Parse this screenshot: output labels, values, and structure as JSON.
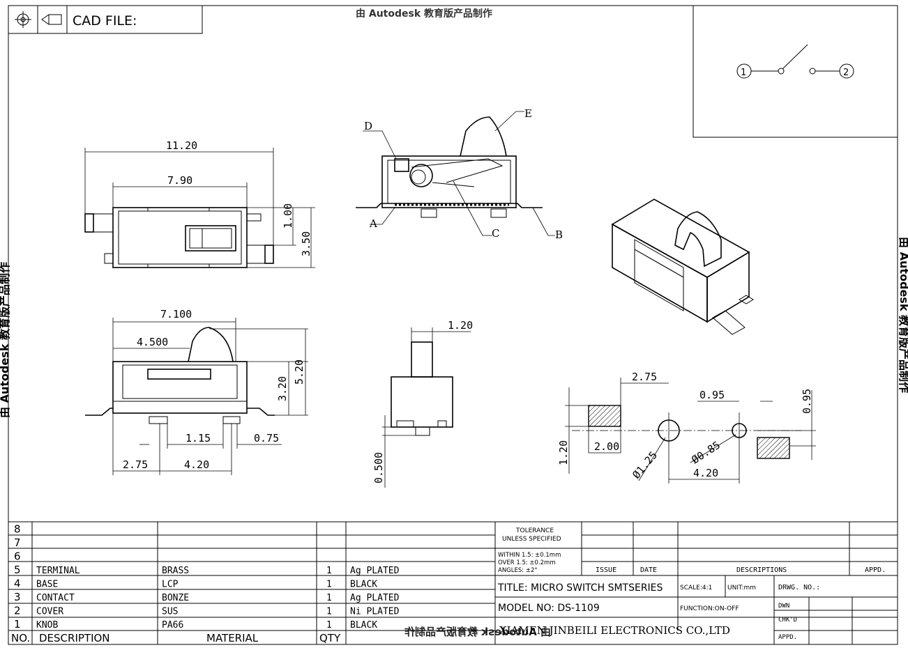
{
  "header": {
    "cad_label": "CAD FILE:",
    "watermark_top": "由 Autodesk 教育版产品制作"
  },
  "side_watermarks": {
    "left": "由 Autodesk 教育版产品制作",
    "right": "由 Autodesk 教育版产品制作"
  },
  "schematic": {
    "pin1": "1",
    "pin2": "2"
  },
  "dimensions": {
    "top_view": {
      "width_total": "11.20",
      "width_body": "7.90",
      "h1": "1.00",
      "h2": "3.50"
    },
    "front_view": {
      "w_total": "7.100",
      "w_knob": "4.500",
      "h1": "3.20",
      "h2": "5.20",
      "p1": "1.15",
      "p2": "0.75",
      "p3": "2.75",
      "p4": "4.20"
    },
    "side_view": {
      "w": "1.20",
      "h": "0.500"
    },
    "pcb": {
      "a": "2.75",
      "b": "0.95",
      "c": "0.95",
      "d": "1.20",
      "e": "2.00",
      "f": "Ø1.25",
      "g": "Ø0.85",
      "h": "4.20"
    }
  },
  "section_labels": {
    "a": "A",
    "b": "B",
    "c": "C",
    "d": "D",
    "e": "E"
  },
  "bom": {
    "rows": [
      {
        "no": "8",
        "desc": "",
        "mat": "",
        "qty": "",
        "note": ""
      },
      {
        "no": "7",
        "desc": "",
        "mat": "",
        "qty": "",
        "note": ""
      },
      {
        "no": "6",
        "desc": "",
        "mat": "",
        "qty": "",
        "note": ""
      },
      {
        "no": "5",
        "desc": "TERMINAL",
        "mat": "BRASS",
        "qty": "1",
        "note": "Ag PLATED"
      },
      {
        "no": "4",
        "desc": "BASE",
        "mat": "LCP",
        "qty": "1",
        "note": "BLACK"
      },
      {
        "no": "3",
        "desc": "CONTACT",
        "mat": "BONZE",
        "qty": "1",
        "note": "Ag PLATED"
      },
      {
        "no": "2",
        "desc": "COVER",
        "mat": "SUS",
        "qty": "1",
        "note": "Ni PLATED"
      },
      {
        "no": "1",
        "desc": "KNOB",
        "mat": "PA66",
        "qty": "1",
        "note": "BLACK"
      }
    ],
    "header": {
      "no": "NO.",
      "desc": "DESCRIPTION",
      "mat": "MATERIAL",
      "qty": "QTY"
    }
  },
  "titleblock": {
    "tol1": "TOLERANCE",
    "tol2": "UNLESS SPECIFIED",
    "tol3": "WITHIN 1.5: ±0.1mm",
    "tol4": "OVER 1.5:  ±0.2mm",
    "tol5": "ANGLES: ±2°",
    "issue": "ISSUE",
    "date": "DATE",
    "descriptions": "DESCRIPTIONS",
    "appd": "APPD.",
    "title": "TITLE: MICRO SWITCH SMTSERIES",
    "scale": "SCALE:4:1",
    "unit": "UNIT:mm",
    "drwg": "DRWG. NO.:",
    "model": "MODEL NO: DS-1109",
    "function": "FUNCTION:ON-OFF",
    "dwn": "DWN",
    "chkd": "CHK'D",
    "appd2": "APPD.",
    "company": "XIAMEN JINBEILI ELECTRONICS CO.,LTD",
    "watermark_bottom": "由 Autodesk 教育版产品制作"
  }
}
